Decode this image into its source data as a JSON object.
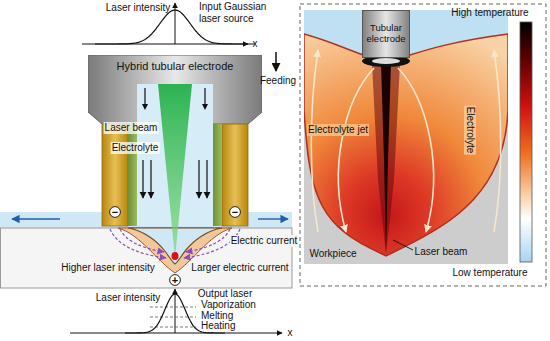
{
  "diagram": {
    "nodes": [
      {
        "text": [
          "Hybrid tubular electrode"
        ]
      },
      {
        "text": [
          "Tubular electrode"
        ]
      },
      {
        "text": [
          "−"
        ]
      },
      {
        "text": [
          "−"
        ]
      },
      {
        "text": [
          "+"
        ]
      }
    ],
    "labels": [
      "Laser intensity",
      "Input Gaussian laser source",
      "x",
      "Feeding",
      "Laser beam",
      "Electrolyte",
      "Electric current",
      "Higher laser intensity",
      "Larger electric current",
      "Output laser",
      "Laser intensity",
      "Vaporization",
      "Melting",
      "Heating",
      "x",
      "Electrolyte jet",
      "Electrolyte",
      "Workpiece",
      "Laser beam",
      "High temperature",
      "Low temperature"
    ]
  }
}
